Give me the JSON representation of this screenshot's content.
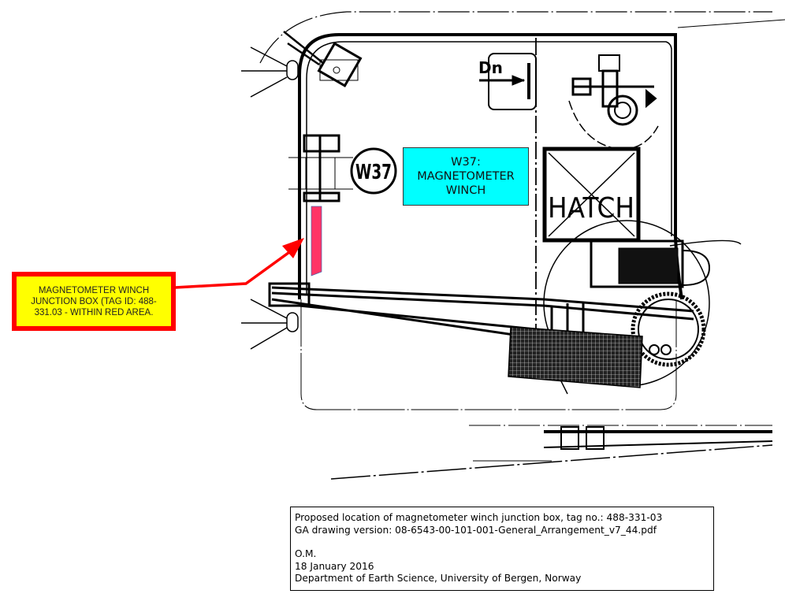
{
  "callout": {
    "lines": [
      "MAGNETOMETER WINCH",
      "JUNCTION BOX (TAG ID: 488-",
      "331.03 - WITHIN RED AREA."
    ],
    "fill_color": "#ffff00",
    "border_color": "#ff0000"
  },
  "drawing": {
    "winch_symbol": "W37",
    "dn_label": "Dn",
    "hatch_label": "HATCH",
    "junction_area_color": "#ff3366",
    "arrow_color": "#ff0000"
  },
  "winch_label": {
    "lines": [
      "W37:",
      "MAGNETOMETER",
      "WINCH"
    ],
    "fill_color": "#00ffff"
  },
  "info": {
    "line1": "Proposed location of magnetometer winch junction box, tag no.: 488-331-03",
    "line2": "GA drawing version: 08-6543-00-101-001-General_Arrangement_v7_44.pdf",
    "author": "O.M.",
    "date": "18 January 2016",
    "department": "Department of Earth Science, University of Bergen, Norway"
  }
}
